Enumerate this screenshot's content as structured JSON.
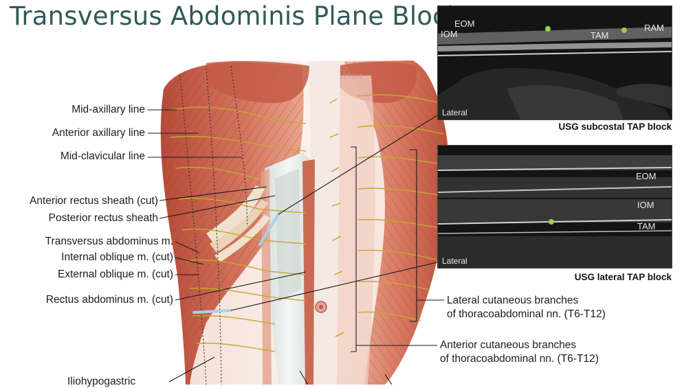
{
  "title": "Transversus Abdominis Plane Blocks",
  "watermark": "ASRA",
  "labels": {
    "mid_axillary": "Mid-axillary line",
    "anterior_axillary": "Anterior axillary line",
    "mid_clavicular": "Mid-clavicular line",
    "anterior_rectus_sheath": "Anterior rectus sheath (cut)",
    "posterior_rectus_sheath": "Posterior rectus sheath",
    "transversus_abdominus": "Transversus abdominus m.",
    "internal_oblique": "Internal oblique m. (cut)",
    "external_oblique": "External oblique m. (cut)",
    "rectus_abdominus": "Rectus abdominus m. (cut)",
    "iliohypogastric": "Iliohypogastric"
  },
  "subcostal_panel": {
    "tags": {
      "eom": "EOM",
      "iom": "IOM",
      "tam": "TAM",
      "ram": "RAM",
      "lateral": "Lateral"
    },
    "caption": "USG subcostal TAP block"
  },
  "lateral_panel": {
    "tags": {
      "eom": "EOM",
      "iom": "IOM",
      "tam": "TAM",
      "lateral": "Lateral"
    },
    "caption": "USG lateral TAP block"
  },
  "branches": {
    "lateral_line1": "Lateral cutaneous branches",
    "lateral_line2": "of thoracoabdominal nn. (T6-T12)",
    "anterior_line1": "Anterior cutaneous branches",
    "anterior_line2": "of thoracoabdominal nn. (T6-T12)"
  },
  "colors": {
    "title": "#2f5a57",
    "muscle": "#c8644f",
    "muscle_light": "#e7a48e",
    "nerve": "#c9a733",
    "needle": "#a8d3e6",
    "target_dot": "#9ad04a"
  }
}
